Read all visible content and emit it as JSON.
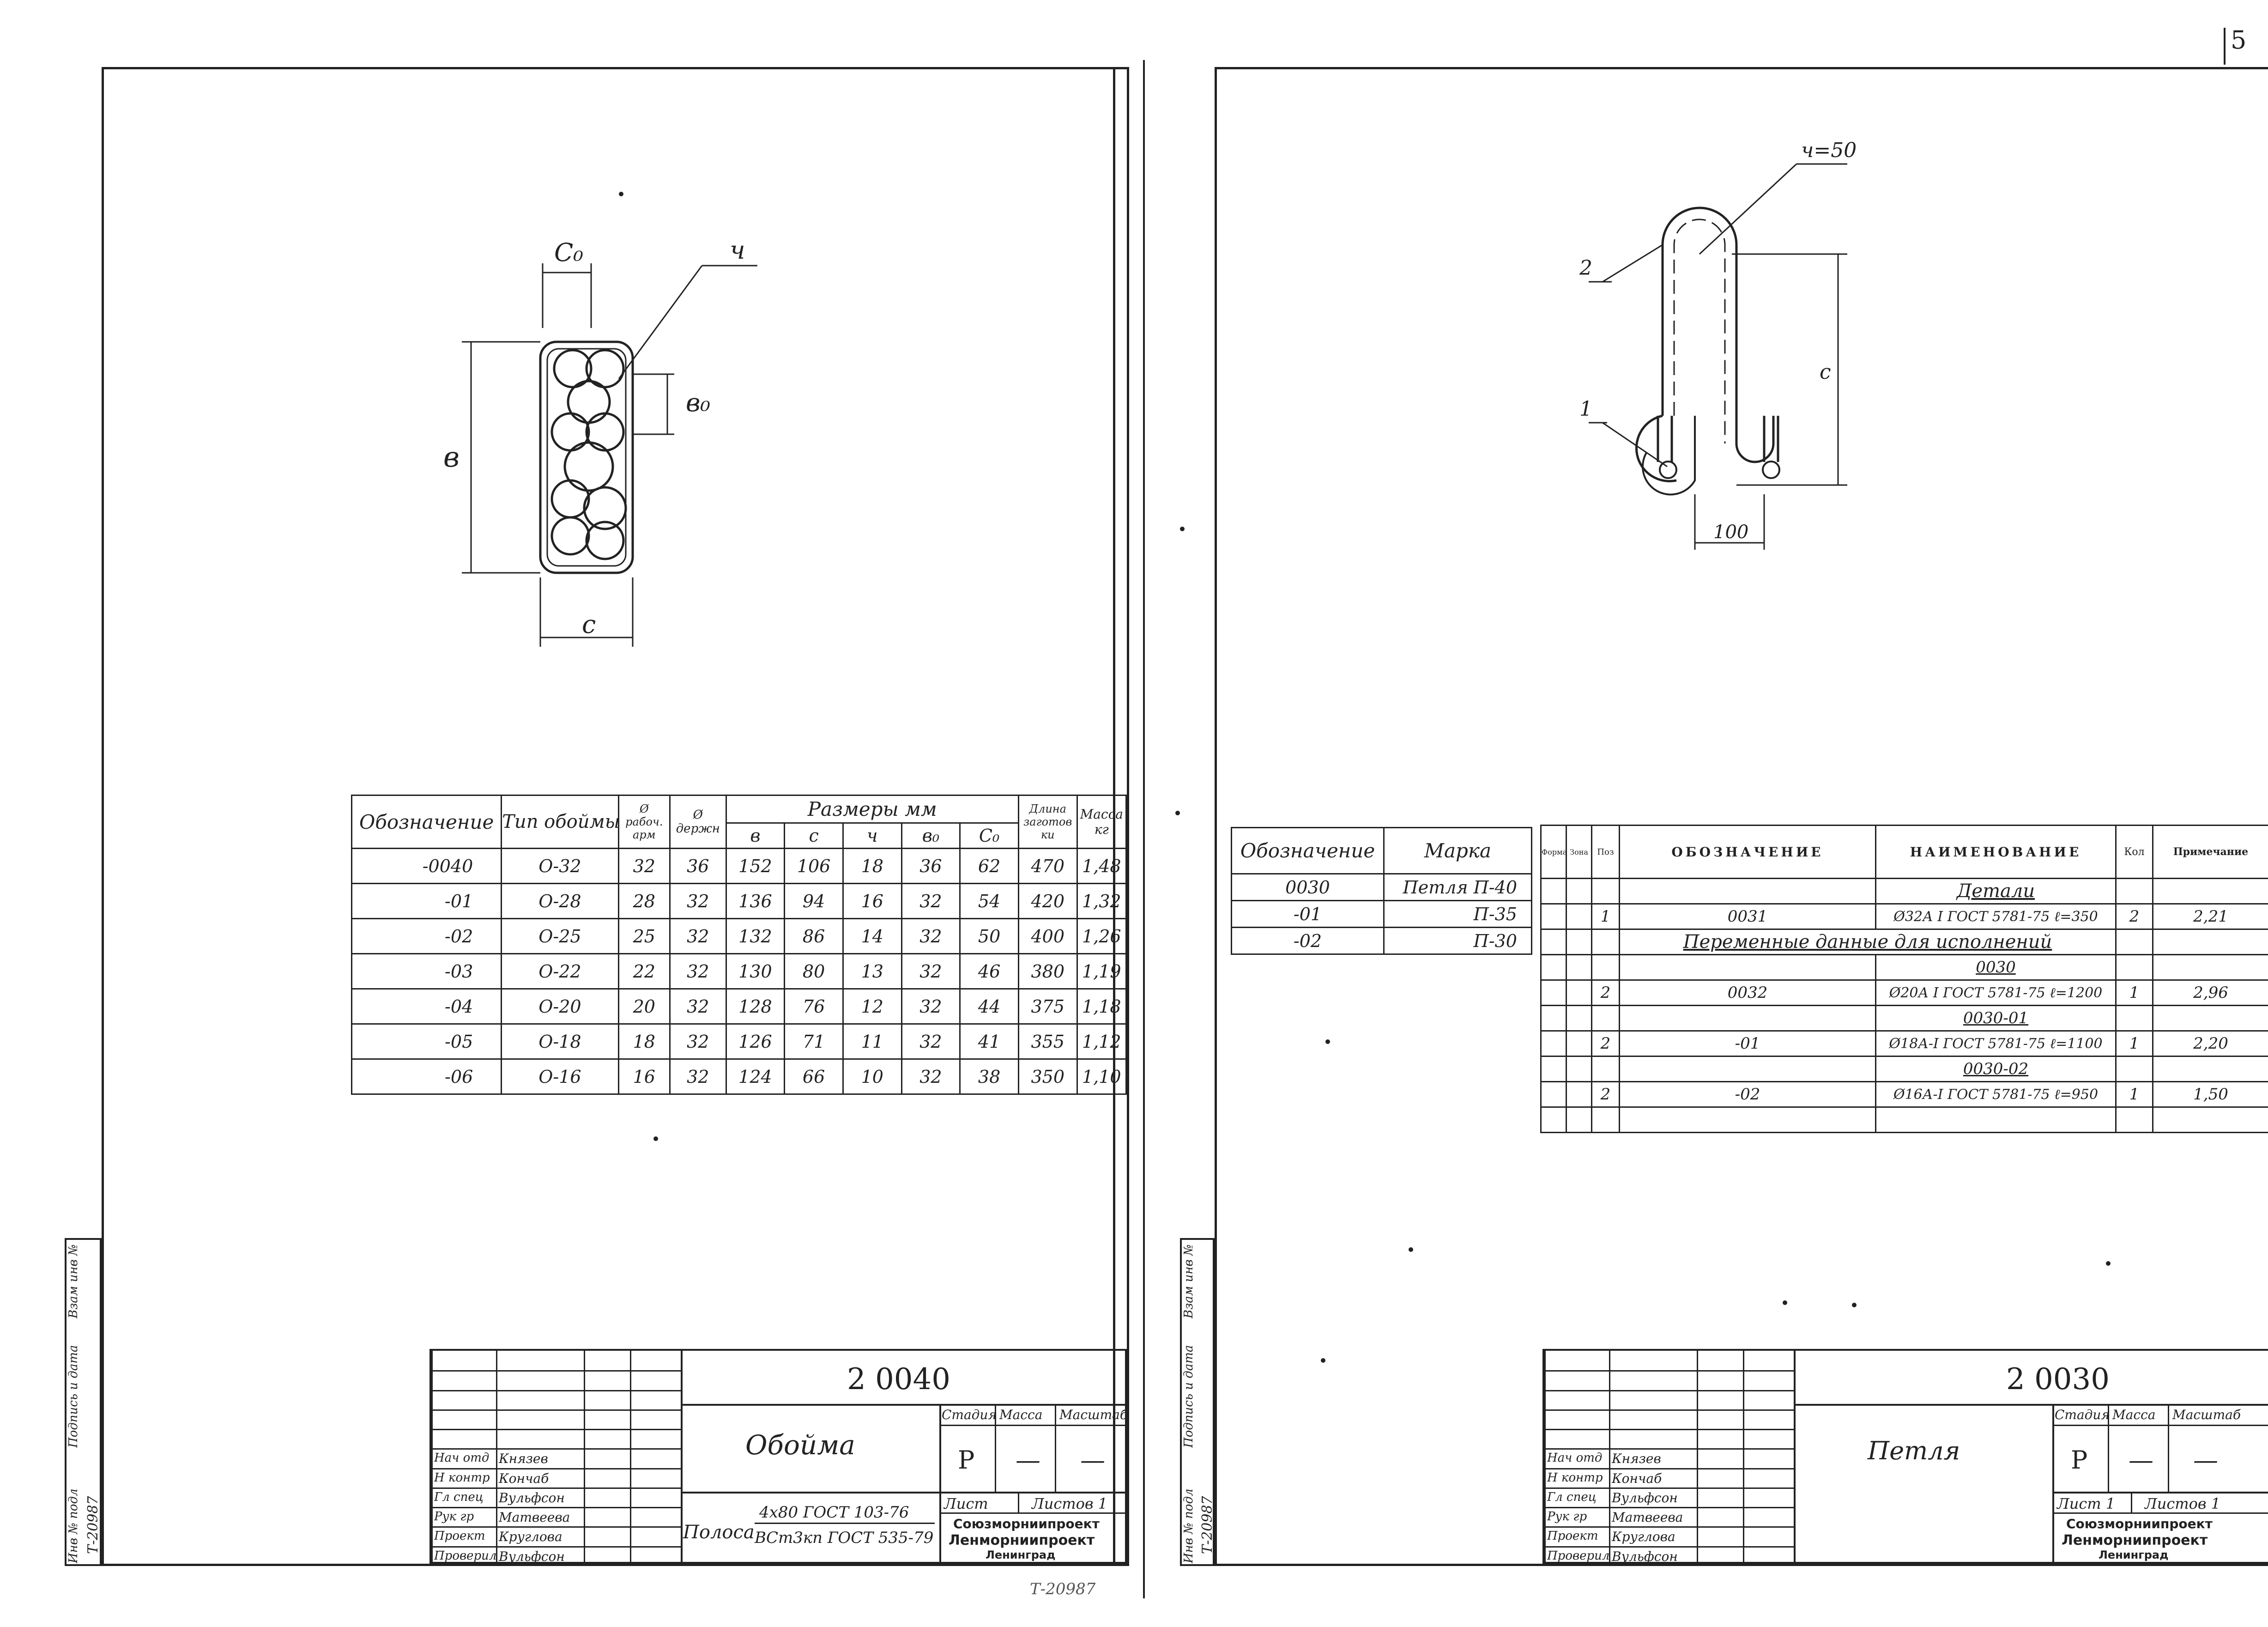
{
  "left_sheet": {
    "drawing": {
      "label_c0": "С₀",
      "label_r": "ч",
      "label_b": "в",
      "label_b0": "в₀",
      "label_c": "с"
    },
    "spec_table": {
      "headers": {
        "oboznachenie": "Обозначение",
        "tip": "Тип обоймы",
        "d_rab": "Ø рабоч. арм",
        "d_derzh": "Ø держн",
        "razmery": "Размеры мм",
        "dlina": "Длина заготов ки",
        "massa": "Масса кг"
      },
      "sub_headers": [
        "в",
        "с",
        "ч",
        "в₀",
        "С₀"
      ],
      "rows": [
        [
          "-0040",
          "О-32",
          "32",
          "36",
          "152",
          "106",
          "18",
          "36",
          "62",
          "470",
          "1,48"
        ],
        [
          "-01",
          "О-28",
          "28",
          "32",
          "136",
          "94",
          "16",
          "32",
          "54",
          "420",
          "1,32"
        ],
        [
          "-02",
          "О-25",
          "25",
          "32",
          "132",
          "86",
          "14",
          "32",
          "50",
          "400",
          "1,26"
        ],
        [
          "-03",
          "О-22",
          "22",
          "32",
          "130",
          "80",
          "13",
          "32",
          "46",
          "380",
          "1,19"
        ],
        [
          "-04",
          "О-20",
          "20",
          "32",
          "128",
          "76",
          "12",
          "32",
          "44",
          "375",
          "1,18"
        ],
        [
          "-05",
          "О-18",
          "18",
          "32",
          "126",
          "71",
          "11",
          "32",
          "41",
          "355",
          "1,12"
        ],
        [
          "-06",
          "О-16",
          "16",
          "32",
          "124",
          "66",
          "10",
          "32",
          "38",
          "350",
          "1,10"
        ]
      ]
    },
    "side_stamp": {
      "inv_podl": "Инв № подл",
      "podpis": "Подпись и дата",
      "vzam": "Взам инв №",
      "number": "Т-20987"
    },
    "title_block": {
      "code": "2  0040",
      "name": "Обойма",
      "material_prefix": "Полоса",
      "material_top": "4х80 ГОСТ 103-76",
      "material_bottom": "ВСт3кп ГОСТ 535-79",
      "stadia_label": "Стадия",
      "massa_label": "Масса",
      "masshtab_label": "Масштаб",
      "stadia": "Р",
      "massa": "—",
      "masshtab": "—",
      "list_label": "Лист",
      "listov_label": "Листов 1",
      "org1": "Союзморниипроект",
      "org2": "Ленморниипроект",
      "org3": "Ленинград",
      "people": [
        [
          "Нач отд",
          "Князев"
        ],
        [
          "Н контр",
          "Кончаб"
        ],
        [
          "Гл спец",
          "Вульфсон"
        ],
        [
          "Рук гр",
          "Матвеева"
        ],
        [
          "Проект",
          "Круглова"
        ],
        [
          "Проверил",
          "Вульфсон"
        ]
      ]
    },
    "bottom_number": "Т-20987"
  },
  "right_sheet": {
    "drawing": {
      "label_r": "ч=50",
      "label_2": "2",
      "label_1": "1",
      "label_c": "с",
      "label_100": "100"
    },
    "mark_table": {
      "headers": [
        "Обозначение",
        "Марка"
      ],
      "rows": [
        [
          "0030",
          "Петля П-40"
        ],
        [
          "-01",
          "П-35"
        ],
        [
          "-02",
          "П-30"
        ]
      ]
    },
    "spec_list": {
      "headers": [
        "Формат",
        "Зона",
        "Поз",
        "ОБОЗНАЧЕНИЕ",
        "НАИМЕНОВАНИЕ",
        "Кол",
        "Примечание"
      ],
      "section_details": "Детали",
      "row_0031": [
        "1",
        "0031",
        "Ø32А I ГОСТ 5781-75 ℓ=350",
        "2",
        "2,21"
      ],
      "section_variable": "Переменные данные для исполнений",
      "sub_0030": "0030",
      "row_0032": [
        "2",
        "0032",
        "Ø20А I ГОСТ 5781-75 ℓ=1200",
        "1",
        "2,96"
      ],
      "sub_0030_01": "0030-01",
      "row_01": [
        "2",
        "-01",
        "Ø18А-I ГОСТ 5781-75 ℓ=1100",
        "1",
        "2,20"
      ],
      "sub_0030_02": "0030-02",
      "row_02": [
        "2",
        "-02",
        "Ø16А-I ГОСТ 5781-75 ℓ=950",
        "1",
        "1,50"
      ]
    },
    "side_stamp": {
      "inv_podl": "Инв № подл",
      "podpis": "Подпись и дата",
      "vzam": "Взам инв №",
      "number": "Т-20987"
    },
    "title_block": {
      "code": "2  0030",
      "name": "Петля",
      "stadia_label": "Стадия",
      "massa_label": "Масса",
      "masshtab_label": "Масштаб",
      "stadia": "Р",
      "massa": "—",
      "masshtab": "—",
      "list_label": "Лист 1",
      "listov_label": "Листов 1",
      "org1": "Союзморниипроект",
      "org2": "Ленморниипроект",
      "org3": "Ленинград",
      "people": [
        [
          "Нач отд",
          "Князев"
        ],
        [
          "Н контр",
          "Кончаб"
        ],
        [
          "Гл спец",
          "Вульфсон"
        ],
        [
          "Рук гр",
          "Матвеева"
        ],
        [
          "Проект",
          "Круглова"
        ],
        [
          "Проверил",
          "Вульфсон"
        ]
      ]
    },
    "page_mark": "5"
  }
}
